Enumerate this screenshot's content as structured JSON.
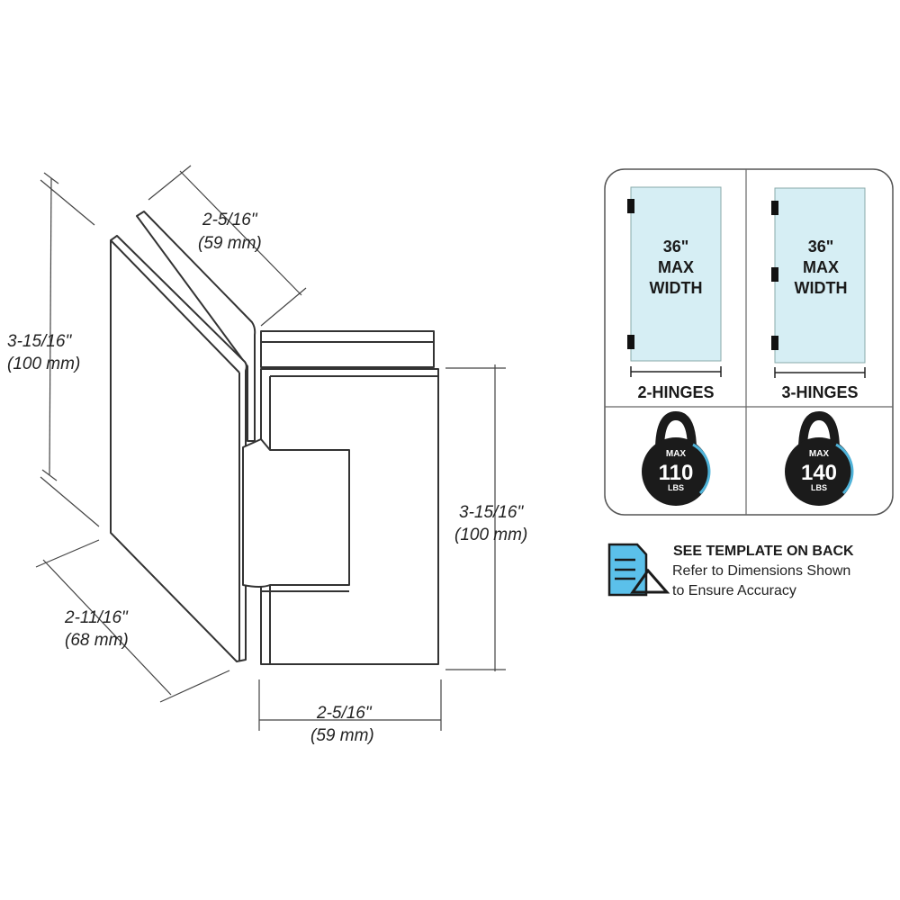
{
  "dimensions": {
    "height_left": {
      "imperial": "3-15/16\"",
      "metric": "(100 mm)"
    },
    "depth_top": {
      "imperial": "2-5/16\"",
      "metric": "(59 mm)"
    },
    "height_right": {
      "imperial": "3-15/16\"",
      "metric": "(100 mm)"
    },
    "width_left": {
      "imperial": "2-11/16\"",
      "metric": "(68 mm)"
    },
    "width_bottom": {
      "imperial": "2-5/16\"",
      "metric": "(59 mm)"
    }
  },
  "capacity_panel": {
    "columns": [
      {
        "door_lines": [
          "36\"",
          "MAX",
          "WIDTH"
        ],
        "hinges_label": "2-HINGES",
        "hinge_count": 2,
        "weight": {
          "max": "MAX",
          "value": "110",
          "unit": "LBS"
        }
      },
      {
        "door_lines": [
          "36\"",
          "MAX",
          "WIDTH"
        ],
        "hinges_label": "3-HINGES",
        "hinge_count": 3,
        "weight": {
          "max": "MAX",
          "value": "140",
          "unit": "LBS"
        }
      }
    ],
    "colors": {
      "glass": "#d6eef4",
      "accent": "#4fb3d9",
      "weight": "#1b1b1b"
    }
  },
  "template_note": {
    "icon": "document-with-set-square-icon",
    "title": "SEE TEMPLATE ON BACK",
    "lines": [
      "Refer to Dimensions Shown",
      "to Ensure Accuracy"
    ]
  }
}
